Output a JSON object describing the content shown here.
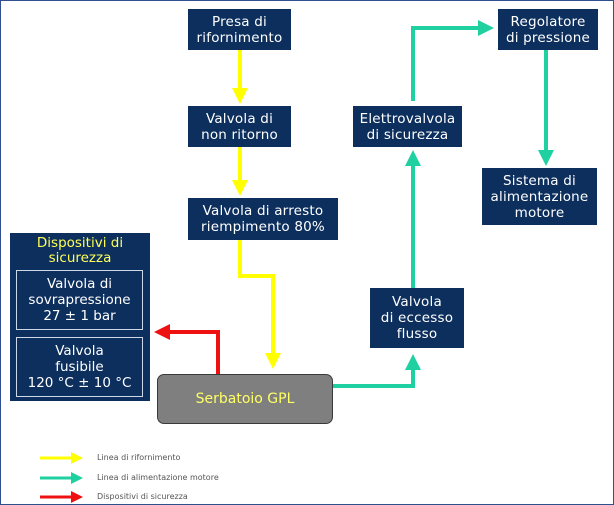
{
  "boxes": {
    "presa": [
      "Presa di",
      "rifornimento"
    ],
    "valvola_non_ritorno": [
      "Valvola di",
      "non ritorno"
    ],
    "valvola_arresto": [
      "Valvola di arresto",
      "riempimento 80%"
    ],
    "elettrovalvola": [
      "Elettrovalvola",
      "di sicurezza"
    ],
    "regolatore": [
      "Regolatore",
      "di pressione"
    ],
    "sistema": [
      "Sistema di",
      "alimentazione",
      "motore"
    ],
    "eccesso_flusso": [
      "Valvola",
      "di eccesso",
      "flusso"
    ]
  },
  "safety": {
    "title": [
      "Dispositivi di",
      "sicurezza"
    ],
    "sovrapressione": [
      "Valvola di",
      "sovrapressione",
      "27 ± 1 bar"
    ],
    "fusibile": [
      "Valvola",
      "fusibile",
      "120 °C ± 10 °C"
    ]
  },
  "tank": {
    "label": "Serbatoio GPL"
  },
  "legend": {
    "rifornimento": "Linea di rifornimento",
    "alimentazione": "Linea di alimentazione motore",
    "sicurezza": "Dispositivi di sicurezza"
  },
  "colors": {
    "box_fill": "#0d2f5e",
    "refuel_line": "#ffff00",
    "supply_line": "#1fd1a0",
    "safety_line": "#ee1111",
    "safety_title": "#ffff55",
    "tank_fill": "#7f7f7f"
  }
}
